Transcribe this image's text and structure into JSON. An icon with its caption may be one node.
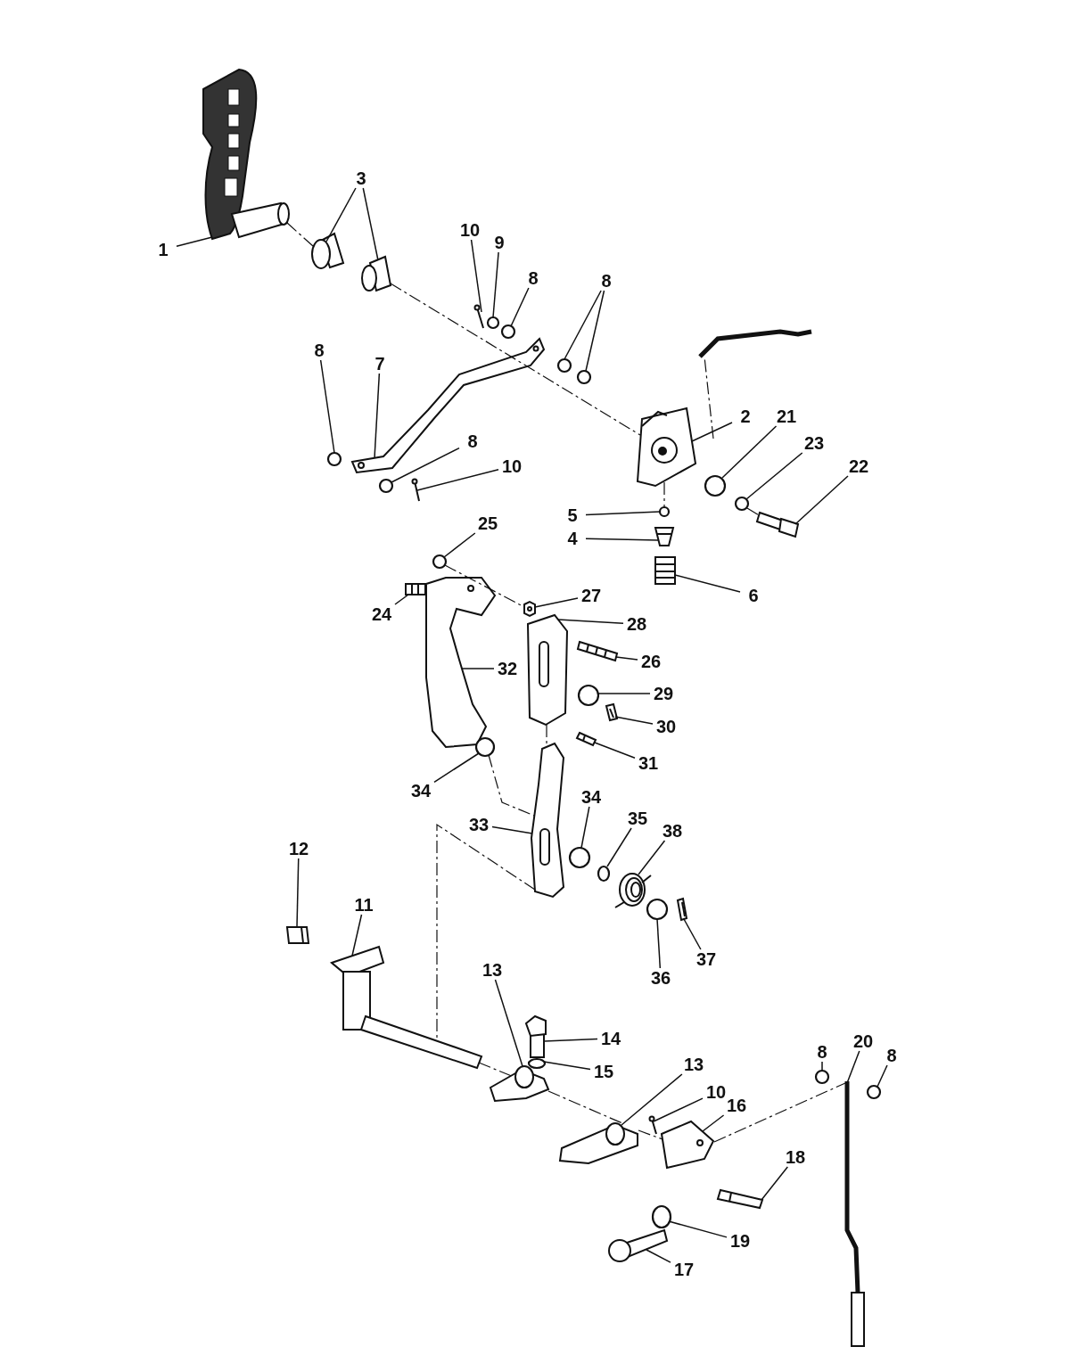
{
  "diagram": {
    "nodes": [
      {
        "text": [
          "1"
        ]
      },
      {
        "text": [
          "3"
        ]
      },
      {
        "text": [
          "10"
        ]
      },
      {
        "text": [
          "9"
        ]
      },
      {
        "text": [
          "8"
        ]
      },
      {
        "text": [
          "8"
        ]
      },
      {
        "text": [
          "8"
        ]
      },
      {
        "text": [
          "7"
        ]
      },
      {
        "text": [
          "2"
        ]
      },
      {
        "text": [
          "21"
        ]
      },
      {
        "text": [
          "23"
        ]
      },
      {
        "text": [
          "22"
        ]
      },
      {
        "text": [
          "8"
        ]
      },
      {
        "text": [
          "10"
        ]
      },
      {
        "text": [
          "5"
        ]
      },
      {
        "text": [
          "4"
        ]
      },
      {
        "text": [
          "6"
        ]
      },
      {
        "text": [
          "25"
        ]
      },
      {
        "text": [
          "24"
        ]
      },
      {
        "text": [
          "27"
        ]
      },
      {
        "text": [
          "28"
        ]
      },
      {
        "text": [
          "26"
        ]
      },
      {
        "text": [
          "32"
        ]
      },
      {
        "text": [
          "29"
        ]
      },
      {
        "text": [
          "30"
        ]
      },
      {
        "text": [
          "31"
        ]
      },
      {
        "text": [
          "34"
        ]
      },
      {
        "text": [
          "34"
        ]
      },
      {
        "text": [
          "33"
        ]
      },
      {
        "text": [
          "35"
        ]
      },
      {
        "text": [
          "38"
        ]
      },
      {
        "text": [
          "36"
        ]
      },
      {
        "text": [
          "37"
        ]
      },
      {
        "text": [
          "12"
        ]
      },
      {
        "text": [
          "11"
        ]
      },
      {
        "text": [
          "13"
        ]
      },
      {
        "text": [
          "14"
        ]
      },
      {
        "text": [
          "15"
        ]
      },
      {
        "text": [
          "13"
        ]
      },
      {
        "text": [
          "10"
        ]
      },
      {
        "text": [
          "16"
        ]
      },
      {
        "text": [
          "8"
        ]
      },
      {
        "text": [
          "20"
        ]
      },
      {
        "text": [
          "8"
        ]
      },
      {
        "text": [
          "18"
        ]
      },
      {
        "text": [
          "19"
        ]
      },
      {
        "text": [
          "17"
        ]
      },
      {
        "text": [],
        "shape": "picture"
      },
      {
        "text": [],
        "shape": "picture"
      },
      {
        "text": [],
        "shape": "picture"
      },
      {
        "text": [],
        "shape": "picture"
      },
      {
        "text": [],
        "shape": "circle"
      },
      {
        "text": [],
        "shape": "circle"
      },
      {
        "text": [],
        "shape": "circle"
      },
      {
        "text": [],
        "shape": "circle"
      },
      {
        "text": [],
        "shape": "circle"
      },
      {
        "text": [],
        "shape": "picture"
      },
      {
        "text": [],
        "shape": "picture"
      },
      {
        "text": [],
        "shape": "circle"
      },
      {
        "text": [],
        "shape": "circle"
      },
      {
        "text": [],
        "shape": "picture"
      },
      {
        "text": [],
        "shape": "circle"
      },
      {
        "text": [],
        "shape": "picture"
      },
      {
        "text": [],
        "shape": "circle"
      },
      {
        "text": [],
        "shape": "picture"
      },
      {
        "text": [],
        "shape": "picture"
      },
      {
        "text": [],
        "shape": "circle"
      },
      {
        "text": [],
        "shape": "picture"
      },
      {
        "text": [],
        "shape": "picture"
      },
      {
        "text": [],
        "shape": "picture"
      },
      {
        "text": [],
        "shape": "picture"
      },
      {
        "text": [],
        "shape": "picture"
      },
      {
        "text": [],
        "shape": "circle"
      },
      {
        "text": [],
        "shape": "picture"
      },
      {
        "text": [],
        "shape": "picture"
      },
      {
        "text": [],
        "shape": "circle"
      },
      {
        "text": [],
        "shape": "circle"
      },
      {
        "text": [],
        "shape": "picture"
      },
      {
        "text": [],
        "shape": "circle"
      },
      {
        "text": [],
        "shape": "picture"
      },
      {
        "text": [],
        "shape": "circle"
      },
      {
        "text": [],
        "shape": "picture"
      },
      {
        "text": [],
        "shape": "picture"
      },
      {
        "text": [],
        "shape": "picture"
      },
      {
        "text": [],
        "shape": "picture"
      },
      {
        "text": [],
        "shape": "picture"
      },
      {
        "text": [],
        "shape": "circle"
      },
      {
        "text": [],
        "shape": "picture"
      },
      {
        "text": [],
        "shape": "picture"
      },
      {
        "text": [],
        "shape": "picture"
      },
      {
        "text": [],
        "shape": "circle"
      },
      {
        "text": [],
        "shape": "picture"
      },
      {
        "text": [],
        "shape": "circle"
      },
      {
        "text": [],
        "shape": "picture"
      },
      {
        "text": [],
        "shape": "circle"
      },
      {
        "text": [],
        "shape": "picture"
      }
    ],
    "edges": [
      {
        "from": 0,
        "to": 47,
        "arrow": "none"
      },
      {
        "from": 1,
        "to": 48,
        "arrow": "none"
      },
      {
        "from": 1,
        "to": 49,
        "arrow": "none"
      },
      {
        "from": 2,
        "to": 50,
        "arrow": "none"
      },
      {
        "from": 3,
        "to": 51,
        "arrow": "none"
      },
      {
        "from": 4,
        "to": 52,
        "arrow": "none"
      },
      {
        "from": 5,
        "to": 53,
        "arrow": "none"
      },
      {
        "from": 5,
        "to": 54,
        "arrow": "none"
      },
      {
        "from": 6,
        "to": 55,
        "arrow": "none"
      },
      {
        "from": 7,
        "to": 56,
        "arrow": "none"
      },
      {
        "from": 8,
        "to": 57,
        "arrow": "none"
      },
      {
        "from": 9,
        "to": 58,
        "arrow": "none"
      },
      {
        "from": 10,
        "to": 59,
        "arrow": "none"
      },
      {
        "from": 11,
        "to": 60,
        "arrow": "none"
      },
      {
        "from": 12,
        "to": 61,
        "arrow": "none"
      },
      {
        "from": 13,
        "to": 62,
        "arrow": "none"
      },
      {
        "from": 14,
        "to": 63,
        "arrow": "none"
      },
      {
        "from": 15,
        "to": 64,
        "arrow": "none"
      },
      {
        "from": 16,
        "to": 65,
        "arrow": "none"
      },
      {
        "from": 17,
        "to": 66,
        "arrow": "none"
      },
      {
        "from": 18,
        "to": 67,
        "arrow": "none"
      },
      {
        "from": 19,
        "to": 68,
        "arrow": "none"
      },
      {
        "from": 20,
        "to": 69,
        "arrow": "none"
      },
      {
        "from": 21,
        "to": 70,
        "arrow": "none"
      },
      {
        "from": 22,
        "to": 71,
        "arrow": "none"
      },
      {
        "from": 23,
        "to": 72,
        "arrow": "none"
      },
      {
        "from": 24,
        "to": 73,
        "arrow": "none"
      },
      {
        "from": 25,
        "to": 74,
        "arrow": "none"
      },
      {
        "from": 26,
        "to": 75,
        "arrow": "none"
      },
      {
        "from": 27,
        "to": 76,
        "arrow": "none"
      },
      {
        "from": 28,
        "to": 77,
        "arrow": "none"
      },
      {
        "from": 29,
        "to": 78,
        "arrow": "none"
      },
      {
        "from": 30,
        "to": 79,
        "arrow": "none"
      },
      {
        "from": 31,
        "to": 80,
        "arrow": "none"
      },
      {
        "from": 32,
        "to": 81,
        "arrow": "none"
      },
      {
        "from": 33,
        "to": 82,
        "arrow": "none"
      },
      {
        "from": 34,
        "to": 83,
        "arrow": "none"
      },
      {
        "from": 35,
        "to": 84,
        "arrow": "none"
      },
      {
        "from": 36,
        "to": 85,
        "arrow": "none"
      },
      {
        "from": 37,
        "to": 86,
        "arrow": "none"
      },
      {
        "from": 38,
        "to": 87,
        "arrow": "none"
      },
      {
        "from": 39,
        "to": 88,
        "arrow": "none"
      },
      {
        "from": 40,
        "to": 89,
        "arrow": "none"
      },
      {
        "from": 41,
        "to": 90,
        "arrow": "none"
      },
      {
        "from": 42,
        "to": 91,
        "arrow": "none"
      },
      {
        "from": 43,
        "to": 92,
        "arrow": "none"
      },
      {
        "from": 44,
        "to": 93,
        "arrow": "none"
      },
      {
        "from": 45,
        "to": 94,
        "arrow": "none"
      },
      {
        "from": 46,
        "to": 95,
        "arrow": "none"
      },
      {
        "from": 47,
        "to": 48,
        "arrow": "none",
        "style": "dashed"
      },
      {
        "from": 49,
        "to": 57,
        "arrow": "none",
        "style": "dashed"
      },
      {
        "from": 57,
        "to": 63,
        "arrow": "none",
        "style": "dashed"
      },
      {
        "from": 59,
        "to": 60,
        "arrow": "none",
        "style": "dashed"
      },
      {
        "from": 66,
        "to": 68,
        "arrow": "none",
        "style": "dashed"
      },
      {
        "from": 75,
        "to": 77,
        "arrow": "none",
        "style": "dashed"
      },
      {
        "from": 69,
        "to": 77,
        "arrow": "none",
        "style": "dashed"
      },
      {
        "from": 77,
        "to": 83,
        "arrow": "none",
        "style": "dashed"
      },
      {
        "from": 83,
        "to": 84,
        "arrow": "none",
        "style": "dashed"
      },
      {
        "from": 84,
        "to": 87,
        "arrow": "none",
        "style": "dashed"
      },
      {
        "from": 87,
        "to": 89,
        "arrow": "none",
        "style": "dashed"
      },
      {
        "from": 89,
        "to": 91,
        "arrow": "none",
        "style": "dashed"
      }
    ]
  }
}
